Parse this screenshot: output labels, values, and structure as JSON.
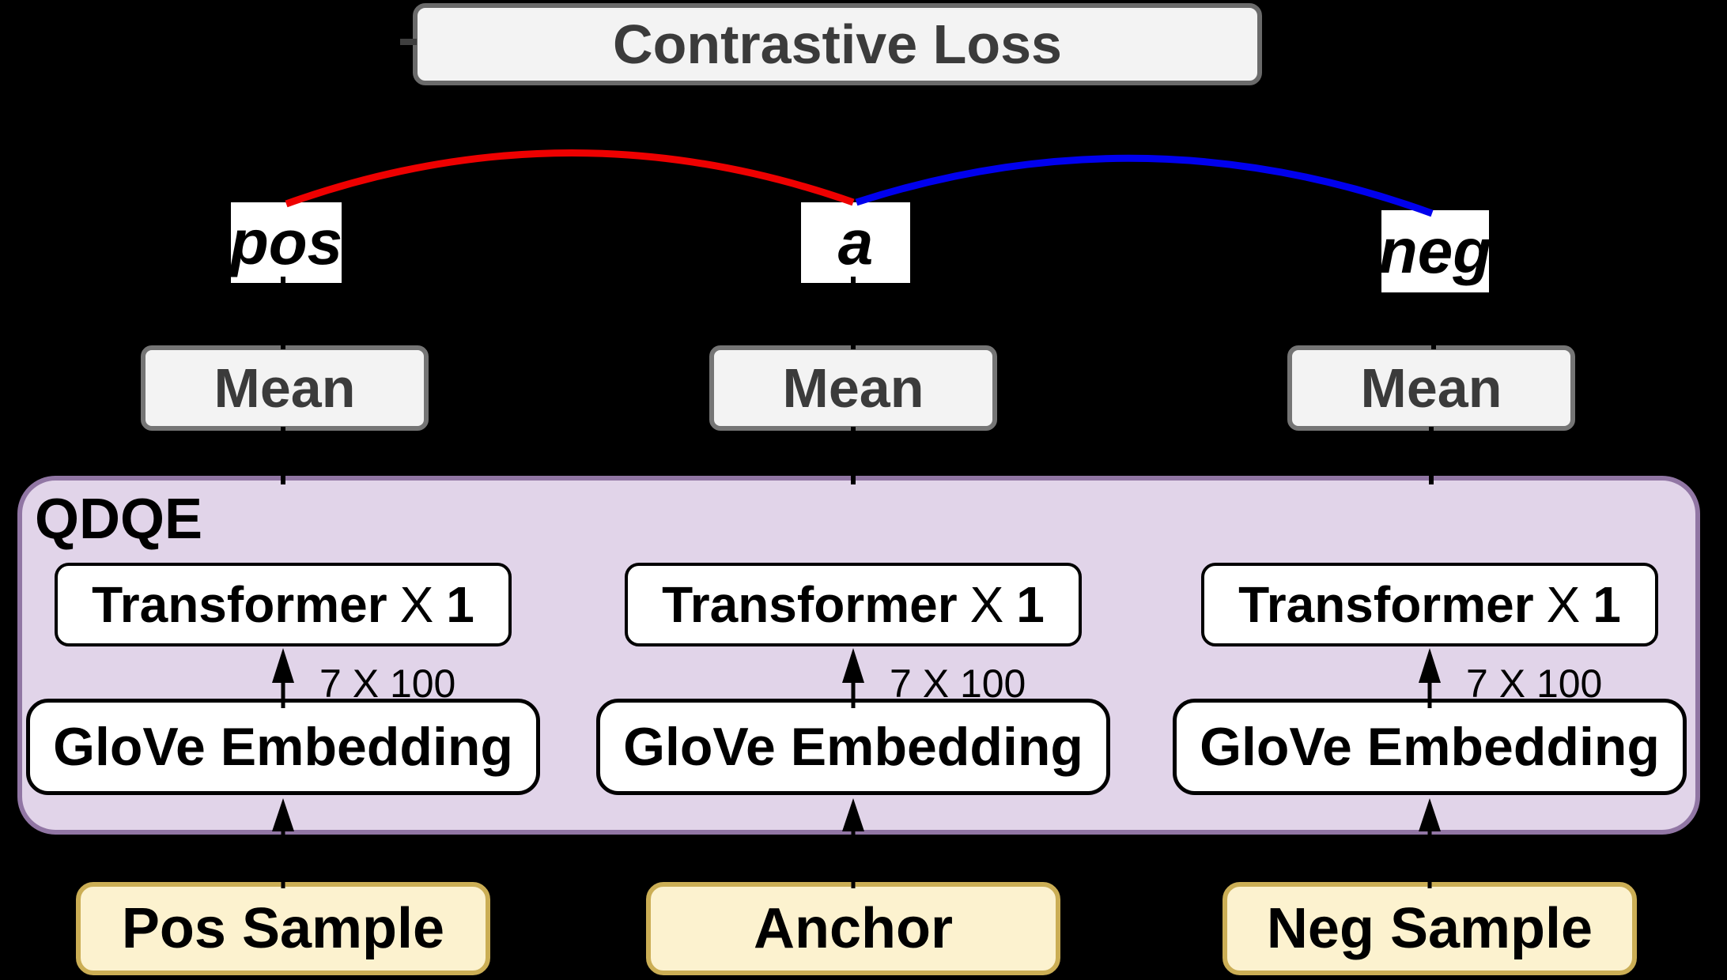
{
  "colors": {
    "background": "#000000",
    "gray-box-fill": "#f3f3f3",
    "loss-border": "#6a6a6a",
    "mean-border": "#757575",
    "gray-box-text": "#3b3b3b",
    "arc-red": "#ee0000",
    "arc-blue": "#0000ee",
    "qdqe-fill": "#e1d4e9",
    "qdqe-border": "#9176a4",
    "input-fill": "#fcf2cf",
    "input-border": "#cbae55",
    "connector": "#000000",
    "loss-stub": "#3f3f3f",
    "white-box-border": "#000000"
  },
  "loss_box": {
    "label": "Contrastive Loss"
  },
  "pair_labels": {
    "positive": "pos",
    "anchor": "a",
    "negative": "neg"
  },
  "mean_boxes": {
    "left": "Mean",
    "center": "Mean",
    "right": "Mean"
  },
  "qdqe": {
    "title": "QDQE",
    "columns": [
      {
        "transformer": {
          "name": "Transformer",
          "times": "X",
          "count": "1"
        },
        "input_dims": "7 X 100",
        "embedding": "GloVe Embedding"
      },
      {
        "transformer": {
          "name": "Transformer",
          "times": "X",
          "count": "1"
        },
        "input_dims": "7 X 100",
        "embedding": "GloVe Embedding"
      },
      {
        "transformer": {
          "name": "Transformer",
          "times": "X",
          "count": "1"
        },
        "input_dims": "7 X 100",
        "embedding": "GloVe Embedding"
      }
    ]
  },
  "inputs": {
    "left": "Pos Sample",
    "center": "Anchor",
    "right": "Neg Sample"
  }
}
